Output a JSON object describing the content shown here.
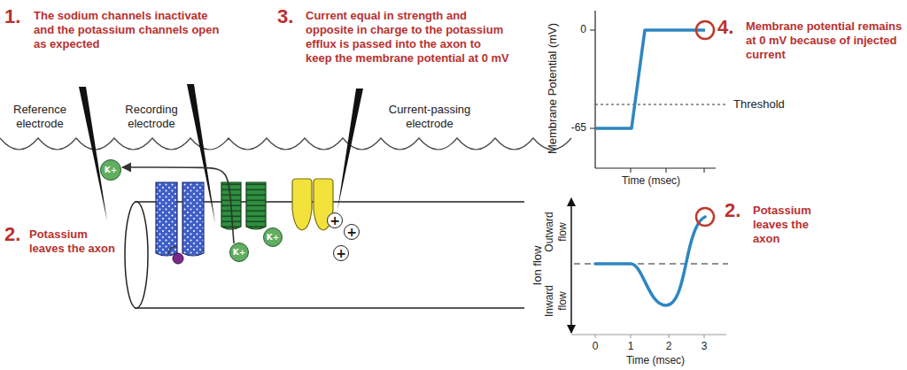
{
  "diagram": {
    "nodes": [
      {
        "text": [
          "K+"
        ]
      },
      {
        "text": [
          "K+"
        ]
      },
      {
        "text": [
          "K+"
        ]
      },
      {
        "text": [
          "+"
        ]
      },
      {
        "text": [
          "+"
        ]
      },
      {
        "text": [
          "+"
        ]
      }
    ],
    "edges": [
      {
        "from": 1,
        "to": 0,
        "arrow": "to"
      }
    ],
    "labels": [
      "1.",
      "The sodium channels inactivate and the potassium channels open as expected",
      "3.",
      "Current equal in strength and opposite in charge to the potassium efflux is passed into the axon to keep the membrane potential at 0 mV",
      "Reference electrode",
      "Recording electrode",
      "Current-passing electrode",
      "2.",
      "Potassium leaves the axon",
      "Membrane Potential (mV)",
      "0",
      "-65",
      "Threshold",
      "Time (msec)",
      "4.",
      "Membrane potential remains at 0 mV because of injected current",
      "Ion flow",
      "Outward flow",
      "Inward flow",
      "0",
      "1",
      "2",
      "3",
      "Time (msec)",
      "2.",
      "Potassium leaves the axon"
    ]
  }
}
